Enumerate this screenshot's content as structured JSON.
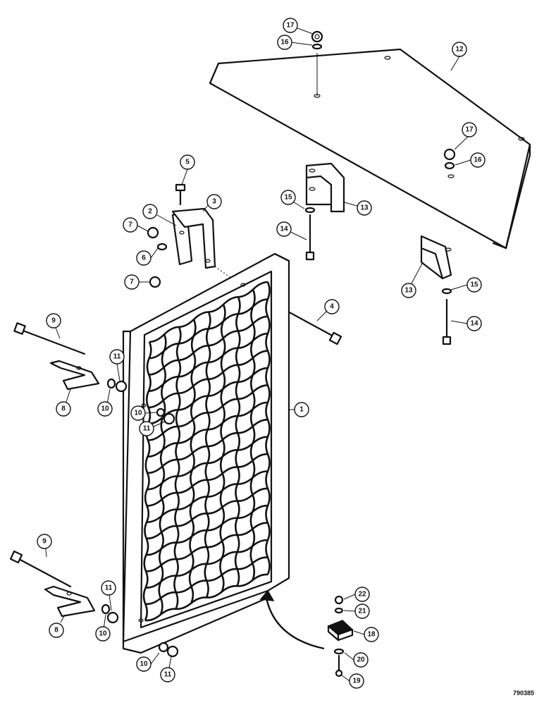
{
  "figure_code": "790385",
  "callouts": [
    {
      "id": "c17a",
      "label": "17"
    },
    {
      "id": "c16a",
      "label": "16"
    },
    {
      "id": "c12",
      "label": "12"
    },
    {
      "id": "c17b",
      "label": "17"
    },
    {
      "id": "c16b",
      "label": "16"
    },
    {
      "id": "c5",
      "label": "5"
    },
    {
      "id": "c2",
      "label": "2"
    },
    {
      "id": "c3",
      "label": "3"
    },
    {
      "id": "c15a",
      "label": "15"
    },
    {
      "id": "c13a",
      "label": "13"
    },
    {
      "id": "c7a",
      "label": "7"
    },
    {
      "id": "c14a",
      "label": "14"
    },
    {
      "id": "c6",
      "label": "6"
    },
    {
      "id": "c7b",
      "label": "7"
    },
    {
      "id": "c13b",
      "label": "13"
    },
    {
      "id": "c15b",
      "label": "15"
    },
    {
      "id": "c4",
      "label": "4"
    },
    {
      "id": "c9a",
      "label": "9"
    },
    {
      "id": "c14b",
      "label": "14"
    },
    {
      "id": "c11a",
      "label": "11"
    },
    {
      "id": "c8a",
      "label": "8"
    },
    {
      "id": "c10a",
      "label": "10"
    },
    {
      "id": "c10b",
      "label": "10"
    },
    {
      "id": "c11b",
      "label": "11"
    },
    {
      "id": "c1",
      "label": "1"
    },
    {
      "id": "c9b",
      "label": "9"
    },
    {
      "id": "c22",
      "label": "22"
    },
    {
      "id": "c21",
      "label": "21"
    },
    {
      "id": "c11c",
      "label": "11"
    },
    {
      "id": "c18",
      "label": "18"
    },
    {
      "id": "c8b",
      "label": "8"
    },
    {
      "id": "c10c",
      "label": "10"
    },
    {
      "id": "c20",
      "label": "20"
    },
    {
      "id": "c10d",
      "label": "10"
    },
    {
      "id": "c11d",
      "label": "11"
    },
    {
      "id": "c19",
      "label": "19"
    }
  ]
}
